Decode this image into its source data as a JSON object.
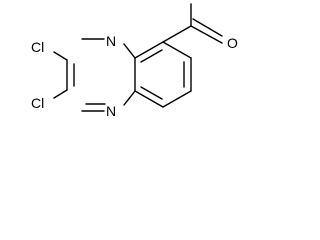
{
  "molecule": {
    "atoms": {
      "cl_top": "Cl",
      "cl_bottom": "Cl",
      "n_top": "N",
      "n_bottom": "N",
      "o_carbonyl": "O"
    }
  },
  "colors": {
    "bond": "#000000",
    "label": "#000000",
    "background": "#ffffff"
  }
}
